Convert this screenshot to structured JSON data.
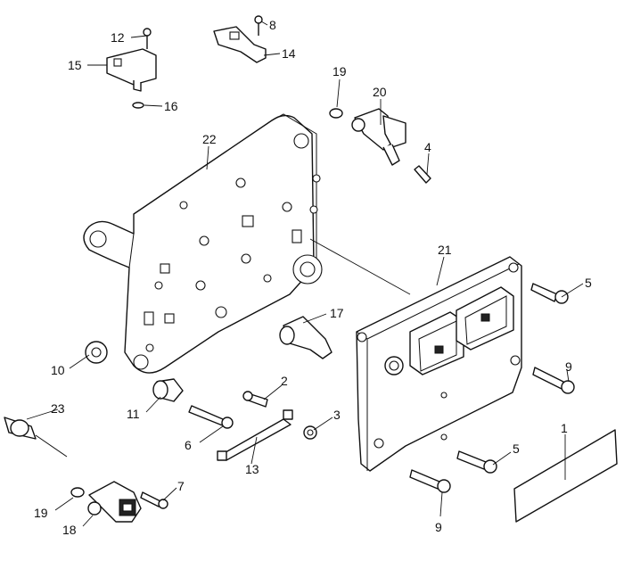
{
  "callouts": [
    {
      "id": "c12",
      "text": "12"
    },
    {
      "id": "c8",
      "text": "8"
    },
    {
      "id": "c15",
      "text": "15"
    },
    {
      "id": "c14",
      "text": "14"
    },
    {
      "id": "c16",
      "text": "16"
    },
    {
      "id": "c19a",
      "text": "19"
    },
    {
      "id": "c20",
      "text": "20"
    },
    {
      "id": "c22",
      "text": "22"
    },
    {
      "id": "c4",
      "text": "4"
    },
    {
      "id": "c21",
      "text": "21"
    },
    {
      "id": "c5a",
      "text": "5"
    },
    {
      "id": "c17",
      "text": "17"
    },
    {
      "id": "c10",
      "text": "10"
    },
    {
      "id": "c9a",
      "text": "9"
    },
    {
      "id": "c2",
      "text": "2"
    },
    {
      "id": "c11",
      "text": "11"
    },
    {
      "id": "c23",
      "text": "23"
    },
    {
      "id": "c3",
      "text": "3"
    },
    {
      "id": "c6",
      "text": "6"
    },
    {
      "id": "c1",
      "text": "1"
    },
    {
      "id": "c13",
      "text": "13"
    },
    {
      "id": "c5b",
      "text": "5"
    },
    {
      "id": "c7",
      "text": "7"
    },
    {
      "id": "c19b",
      "text": "19"
    },
    {
      "id": "c9b",
      "text": "9"
    },
    {
      "id": "c18",
      "text": "18"
    }
  ]
}
